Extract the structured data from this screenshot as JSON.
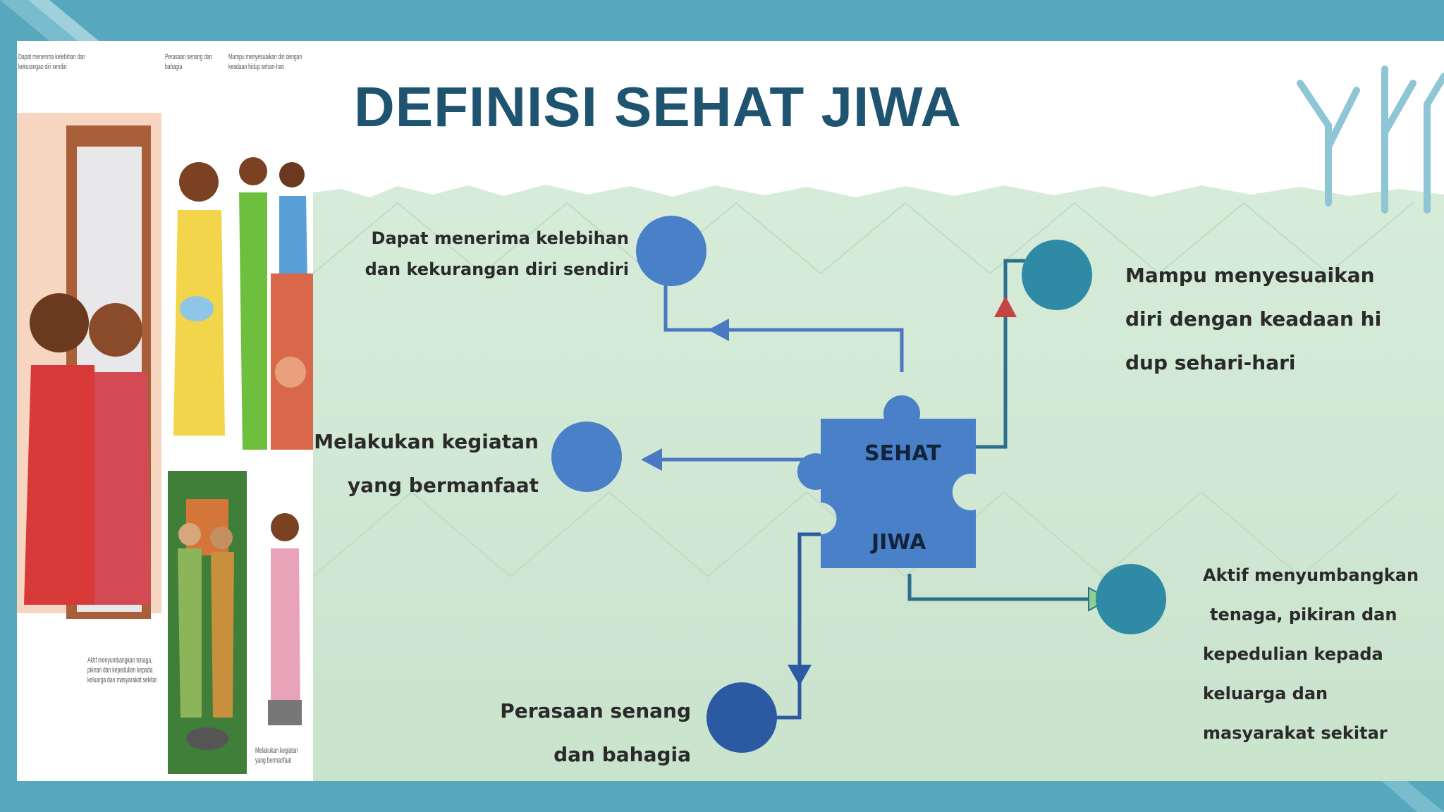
{
  "title": "DEFINISI SEHAT JIWA",
  "center": {
    "line1": "SEHAT",
    "line2": "JIWA"
  },
  "nodes": {
    "top_left": [
      "Dapat menerima kelebihan",
      "dan kekurangan diri sendiri"
    ],
    "middle_left": [
      "Melakukan kegiatan",
      "yang bermanfaat"
    ],
    "bottom_left": [
      "Perasaan senang",
      "dan bahagia"
    ],
    "top_right": [
      "Mampu menyesuaikan",
      "diri dengan keadaan hi",
      "dup sehari-hari"
    ],
    "bottom_right": [
      "Aktif menyumbangkan",
      "tenaga, pikiran dan",
      "kepedulian kepada",
      "keluarga dan",
      "masyarakat sekitar"
    ]
  },
  "colors": {
    "frame": "#57a7bd",
    "background_green": "#cfe6d3",
    "title": "#1f5470",
    "node_light_blue": "#4a80c8",
    "node_teal": "#2f8aa6",
    "node_dark_blue": "#2b5aa3",
    "arrow_red": "#c24444",
    "arrow_green": "#8fd08f"
  },
  "cartoon_captions": {
    "c1": "Dapat menerima kelebihan dan kekurangan diri sendiri",
    "c2": "Perasaan senang dan bahagia",
    "c3": "Mampu menyesuaikan diri dengan keadaan hidup sehari-hari",
    "c4": "Aktif menyumbangkan tenaga, pikiran dan kepedulian kepada keluarga dan masyarakat sekitar",
    "c5": "Melakukan kegiatan yang bermanfaat"
  }
}
